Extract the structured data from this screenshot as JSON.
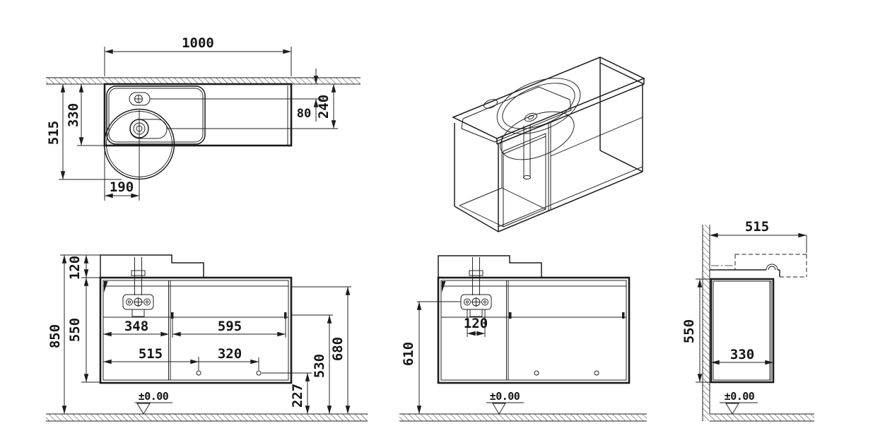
{
  "drawing": {
    "background_color": "#ffffff",
    "line_color": "#1c1c1c",
    "views": {
      "plan": {
        "dims": {
          "width": "1000",
          "total_depth": "515",
          "basin_depth": "330",
          "bowl_center_offset": "190",
          "faucet_offset": "80",
          "drain_offset": "240"
        }
      },
      "isometric": {},
      "front_left": {
        "dims": {
          "total_height": "850",
          "basin_lip_height": "120",
          "cabinet_height": "550",
          "left_section_width": "348",
          "right_section_width": "595",
          "fixing_offset_x": "515",
          "fixing_spacing": "320",
          "fixing_height": "227",
          "shelf_height": "530",
          "drawer_top_height": "680",
          "datum": "±0.00"
        }
      },
      "front_middle": {
        "dims": {
          "trap_height": "610",
          "hole_spacing": "120",
          "datum": "±0.00"
        }
      },
      "side": {
        "dims": {
          "depth": "515",
          "cabinet_height": "550",
          "cabinet_depth": "330",
          "datum": "±0.00"
        }
      }
    }
  }
}
